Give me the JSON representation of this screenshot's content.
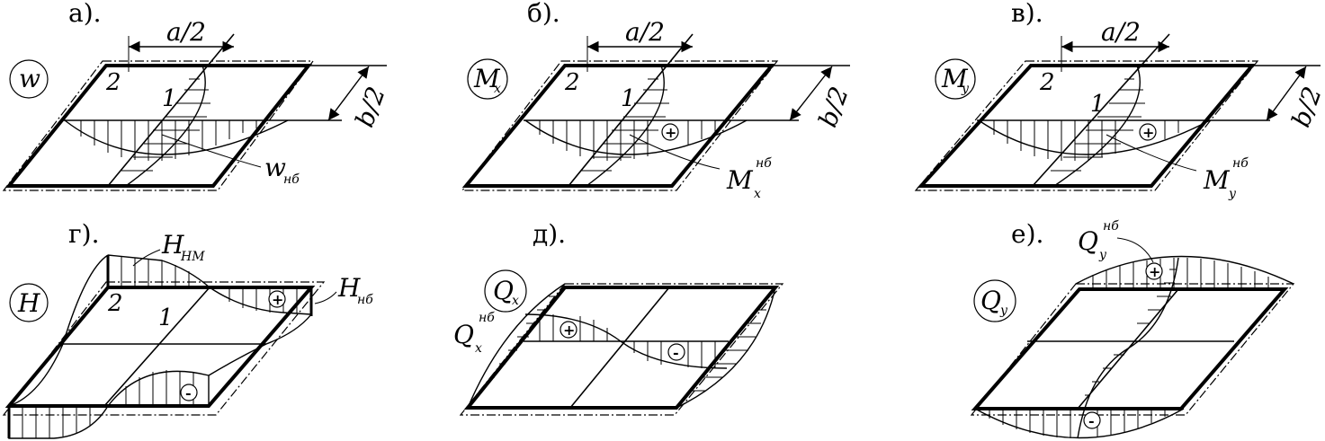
{
  "panels": [
    {
      "id": "a",
      "label": "а).",
      "circle_main": "w",
      "circle_sub": "",
      "dim_a": "a/2",
      "dim_b": "b/2",
      "region2": "2",
      "region1": "1",
      "ann_main": "w",
      "ann_sub": "нб",
      "ann_sup": ""
    },
    {
      "id": "b",
      "label": "б).",
      "circle_main": "M",
      "circle_sub": "x",
      "dim_a": "a/2",
      "dim_b": "b/2",
      "region2": "2",
      "region1": "1",
      "plus": "+",
      "ann_main": "M",
      "ann_sub": "x",
      "ann_sup": "нб"
    },
    {
      "id": "v",
      "label": "в).",
      "circle_main": "M",
      "circle_sub": "y",
      "dim_a": "a/2",
      "dim_b": "b/2",
      "region2": "2",
      "region1": "1",
      "plus": "+",
      "ann_main": "M",
      "ann_sub": "y",
      "ann_sup": "нб"
    },
    {
      "id": "g",
      "label": "г).",
      "circle_main": "H",
      "circle_sub": "",
      "region2": "2",
      "region1": "1",
      "plus": "+",
      "minus": "-",
      "ann_main": "H",
      "ann_sub": "HM",
      "ann2_main": "H",
      "ann2_sub": "нб"
    },
    {
      "id": "d",
      "label": "д).",
      "circle_main": "Q",
      "circle_sub": "x",
      "plus": "+",
      "minus": "-",
      "ann_main": "Q",
      "ann_sub": "x",
      "ann_sup": "нб"
    },
    {
      "id": "e",
      "label": "е).",
      "circle_main": "Q",
      "circle_sub": "y",
      "plus": "+",
      "minus": "-",
      "ann_main": "Q",
      "ann_sub": "y",
      "ann_sup": "нб"
    }
  ]
}
